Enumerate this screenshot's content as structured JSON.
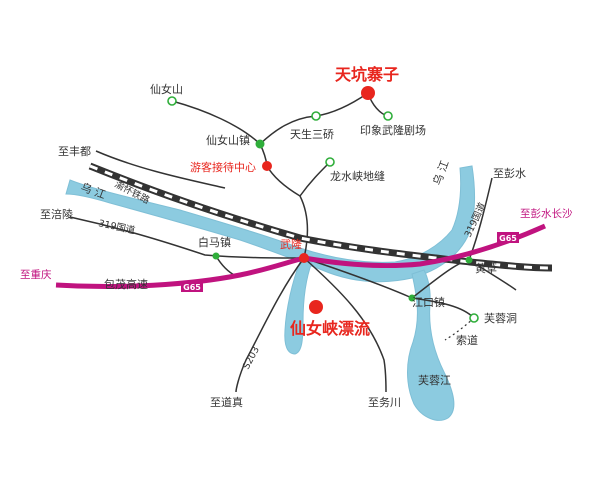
{
  "colors": {
    "river": "#8ccbe0",
    "river_stroke": "#7fbfd6",
    "road": "#333333",
    "expressway": "#c0137f",
    "railway_dark": "#333333",
    "railway_light": "#ffffff",
    "node_red": "#e8261e",
    "node_green": "#2fae3a",
    "label_red": "#e8261e",
    "label_magenta": "#c0137f"
  },
  "attractions": {
    "tiankeng": "天坑寨子",
    "xiannvxia": "仙女峡漂流",
    "visitor_center": "游客接待中心"
  },
  "places": {
    "xiannvshan": "仙女山",
    "xiannvshan_town": "仙女山镇",
    "tiansheng_sanqiao": "天生三硚",
    "yinxiang_theater": "印象武隆剧场",
    "longshuixia": "龙水峡地缝",
    "wulong": "武隆",
    "baima": "白马镇",
    "jiangkou": "江口镇",
    "huangcao": "黄草",
    "furongdong": "芙蓉洞",
    "suodao": "索道",
    "furongjiang": "芙蓉江"
  },
  "destinations": {
    "to_fengdu": "至丰都",
    "to_fuling": "至涪陵",
    "to_chongqing": "至重庆",
    "to_pengshui": "至彭水",
    "to_pengshui_changsha": "至彭水长沙",
    "to_daozhen": "至道真",
    "to_wuchuan": "至务川"
  },
  "routes": {
    "yuhuai_railway": "渝怀铁路",
    "g319_west": "319国道",
    "g319_east": "319国道",
    "baomao_expressway": "包茂高速",
    "g65_west": "G65",
    "g65_east": "G65",
    "s203": "S203"
  },
  "rivers": {
    "wujiang_west": "乌 江",
    "wujiang_east": "乌 江"
  }
}
